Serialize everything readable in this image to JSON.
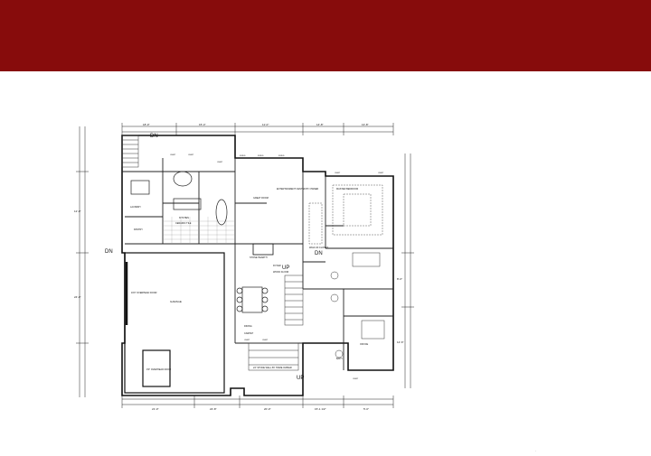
{
  "colors": {
    "banner": "#870c0c",
    "line": "#222222",
    "page": "#ffffff"
  },
  "plan": {
    "stair_labels": [
      "DN",
      "UP",
      "DN",
      "UP",
      "DN"
    ],
    "room_labels": {
      "garage": "GARAGE",
      "overhead_door_1": "16'0\" OVERHEAD DOOR",
      "overhead_door_2": "9'0\" OVERHEAD DOOR",
      "great_room": "GREAT ROOM",
      "entertainment": "ENTERTAINMENT CENTER BY OWNER",
      "kitchen": "KITCHEN",
      "ceramic_tile": "CERAMIC TILE",
      "dining": "DINING",
      "carpet": "CARPET",
      "master_bedroom": "MASTER BEDROOM",
      "walk_in_closet": "WALK-IN CLOSET",
      "laundry": "LAUNDRY",
      "pantry": "PANTRY",
      "foyer": "FOYER",
      "stone_hearth": "STONE HEARTH",
      "wood_floor": "WOOD FLOOR",
      "stone_wall": "24\" STONE WALL BY HOME OWNER",
      "office": "OFFICE",
      "bath": "BATH"
    },
    "dims": {
      "top_1": "18'-0\"",
      "top_2": "15'-4\"",
      "top_3": "11'-0\"",
      "top_4": "14'-8\"",
      "top_5": "13'-8\"",
      "bottom_1": "21'-0\"",
      "bottom_2": "22'-8\"",
      "bottom_3": "20'-0\"",
      "bottom_4": "15'-1 1/2\"",
      "bottom_5": "5'-0\"",
      "left_1": "12'-0\"",
      "left_2": "24'-0\"",
      "right_1": "8'-0\"",
      "right_2": "12'-6\""
    },
    "tags": [
      "CEMT",
      "CEMT",
      "CEMT",
      "CEMT",
      "CEMT",
      "CEMT",
      "CEMT",
      "CEMT",
      "FIXED",
      "FIXED",
      "FIXED"
    ]
  },
  "page_mark": "."
}
